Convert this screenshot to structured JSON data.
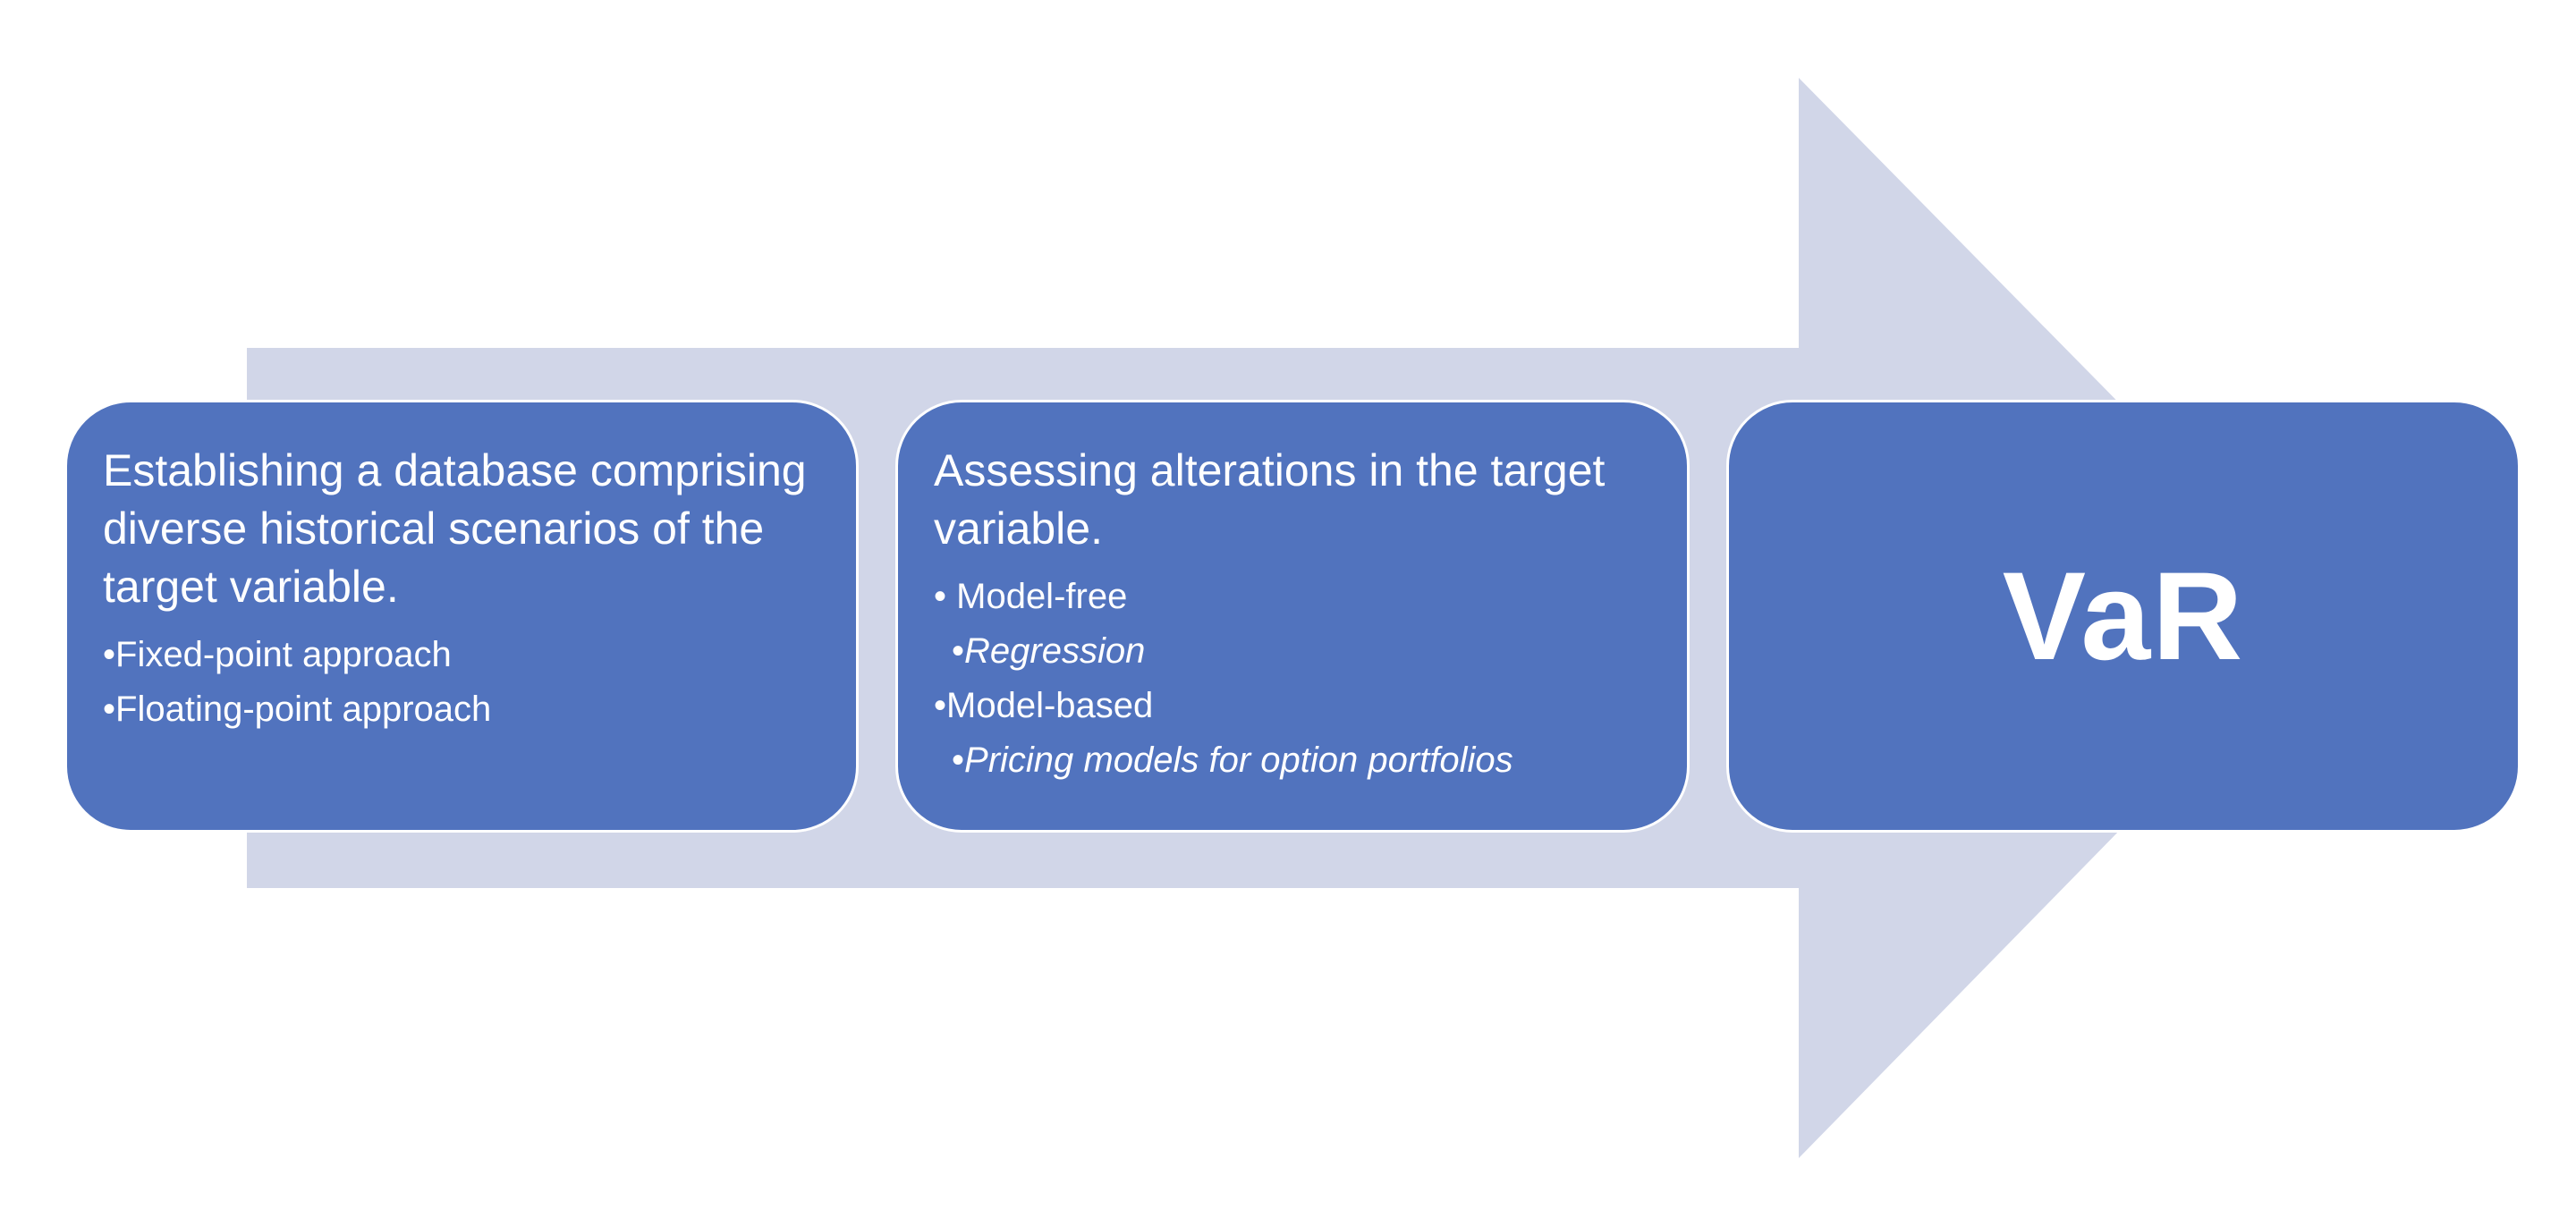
{
  "colors": {
    "arrow_fill": "#d1d6e8",
    "box_fill": "#5173be",
    "box_border": "#ffffff",
    "text": "#ffffff"
  },
  "steps": [
    {
      "title": "Establishing a database comprising diverse historical scenarios of the target variable.",
      "bullets": [
        {
          "mark": "•",
          "text": "Fixed-point approach"
        },
        {
          "mark": "•",
          "text": "Floating-point approach"
        }
      ]
    },
    {
      "title": "Assessing alterations in the target variable.",
      "bullets": [
        {
          "mark": "• ",
          "text": "Model-free"
        },
        {
          "mark": "•",
          "text": "Regression"
        },
        {
          "mark": "•",
          "text": "Model-based"
        },
        {
          "mark": "•",
          "text": "Pricing models for option portfolios"
        }
      ]
    },
    {
      "label": "VaR"
    }
  ]
}
